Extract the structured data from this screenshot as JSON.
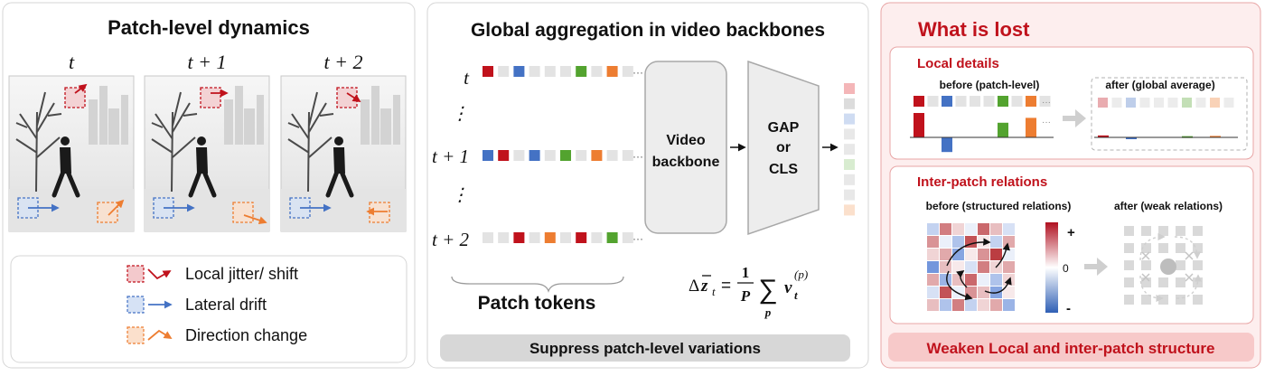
{
  "colors": {
    "red": "#c0121c",
    "blue": "#4472c4",
    "orange": "#ed7d31",
    "green": "#53a32f",
    "gray": "#e3e3e3",
    "panel3_bg": "#fdeeee",
    "panel3_border": "#e8a5a5",
    "title_red": "#c0121c"
  },
  "panel1": {
    "title": "Patch-level dynamics",
    "frame_labels": [
      "t",
      "t + 1",
      "t + 2"
    ],
    "legend": [
      {
        "label": "Local jitter/ shift",
        "color": "#c0121c",
        "icon": "jitter-arrow-icon"
      },
      {
        "label": "Lateral drift",
        "color": "#4472c4",
        "icon": "drift-arrow-icon"
      },
      {
        "label": "Direction change",
        "color": "#ed7d31",
        "icon": "turn-arrow-icon"
      }
    ]
  },
  "panel2": {
    "title": "Global aggregation in video backbones",
    "row_labels": [
      "t",
      "⋮",
      "t + 1",
      "⋮",
      "t + 2"
    ],
    "rows": [
      [
        "red",
        "gray",
        "blue",
        "gray",
        "gray",
        "gray",
        "green",
        "gray",
        "orange",
        "gray"
      ],
      [
        "blue",
        "red",
        "gray",
        "blue",
        "gray",
        "green",
        "gray",
        "orange",
        "gray",
        "gray"
      ],
      [
        "gray",
        "gray",
        "red",
        "gray",
        "orange",
        "gray",
        "red",
        "gray",
        "green",
        "gray"
      ]
    ],
    "ellipsis": "···",
    "backbone_label": "Video backbone",
    "pool_label": "GAP or CLS",
    "patch_tokens_label": "Patch tokens",
    "formula": "Δz̄t = (1/P) Σp vt(p)",
    "bottom_bar": "Suppress patch-level variations"
  },
  "panel3": {
    "title": "What is lost",
    "local": {
      "title": "Local details",
      "before_label": "before (patch-level)",
      "after_label": "after (global average)",
      "bar_values": [
        1.0,
        0,
        -0.6,
        0,
        0,
        0,
        0.6,
        0,
        0.8,
        0
      ],
      "after_values": [
        0.08,
        0,
        -0.05,
        0,
        0,
        0,
        0.05,
        0,
        0.06,
        0
      ]
    },
    "inter": {
      "title": "Inter-patch relations",
      "before_label": "before (structured relations)",
      "after_label": "after (weak relations)",
      "scale_plus": "+",
      "scale_zero": "0",
      "scale_minus": "-"
    },
    "bottom_bar": "Weaken Local and inter-patch structure"
  }
}
